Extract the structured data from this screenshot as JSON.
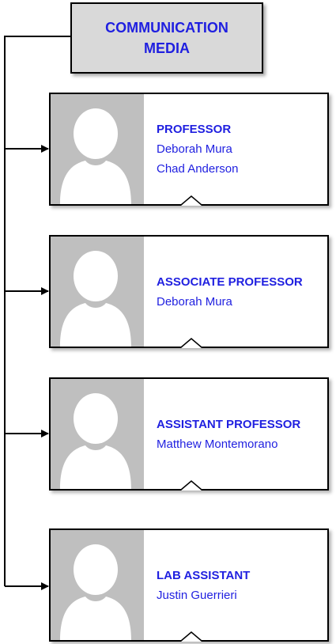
{
  "title": {
    "line1": "COMMUNICATION",
    "line2": "MEDIA"
  },
  "positions": [
    {
      "role": "PROFESSOR",
      "names": [
        "Deborah Mura",
        "Chad Anderson"
      ]
    },
    {
      "role": "ASSOCIATE PROFESSOR",
      "names": [
        "Deborah Mura"
      ]
    },
    {
      "role": "ASSISTANT PROFESSOR",
      "names": [
        "Matthew Montemorano"
      ]
    },
    {
      "role": "LAB ASSISTANT",
      "names": [
        "Justin Guerrieri"
      ]
    }
  ],
  "colors": {
    "text": "#1f1fe0",
    "header_fill": "#d9d9d9",
    "photo_fill": "#bfbfbf",
    "silhouette": "#ffffff"
  },
  "icons": {
    "photo": "person-silhouette-icon",
    "connector": "arrow-right-icon"
  }
}
